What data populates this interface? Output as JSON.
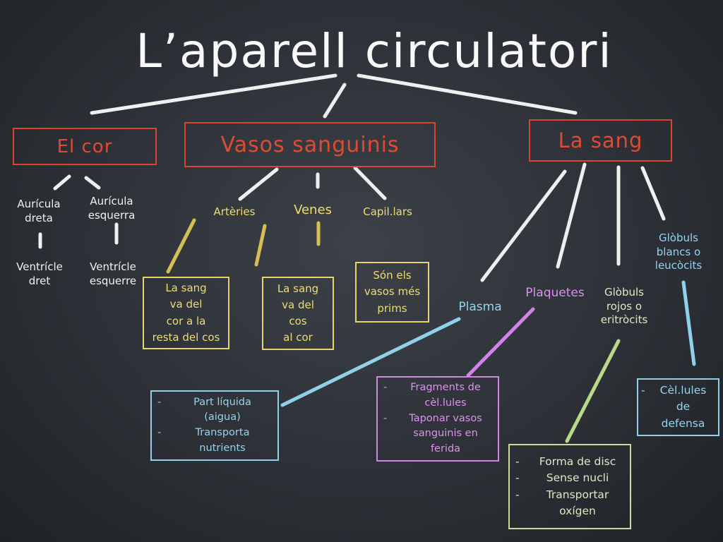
{
  "title": "L’aparell circulatori",
  "colors": {
    "chalk": "#f2f2f2",
    "red": "#d9452f",
    "yellow": "#e6d36b",
    "blue": "#95d3ee",
    "purple": "#d993ea",
    "green": "#b9d98a"
  },
  "categories": {
    "cor": "El cor",
    "vasos": "Vasos sanguinis",
    "sang": "La sang"
  },
  "cor": {
    "auricula_dreta": "Aurícula\ndreta",
    "auricula_esquerra": "Aurícula\nesquerra",
    "ventricle_dret": "Ventrícle\ndret",
    "ventricle_esquerre": "Ventrícle\nesquerre"
  },
  "vasos": {
    "arteries": {
      "label": "Artèries",
      "desc": "La sang\nva del\ncor a la\nresta del cos"
    },
    "venes": {
      "label": "Venes",
      "desc": "La sang\nva del\ncos\nal cor"
    },
    "capillars": {
      "label": "Capil.lars",
      "desc": "Són els\nvasos més\nprims"
    }
  },
  "sang": {
    "plasma": {
      "label": "Plasma",
      "items": [
        "Part líquida\n(aigua)",
        "Transporta\nnutrients"
      ]
    },
    "plaquetes": {
      "label": "Plaquetes",
      "items": [
        "Fragments de\ncèl.lules",
        "Taponar vasos\nsanguinis en\nferida"
      ]
    },
    "vermells": {
      "label": "Glòbuls\nrojos o\neritròcits",
      "items": [
        "Forma de disc",
        "Sense nucli",
        "Transportar\noxígen"
      ]
    },
    "blancs": {
      "label": "Glòbuls\nblancs o\nleucòcits",
      "items": [
        "Cèl.lules\nde\ndefensa"
      ]
    }
  },
  "bullet": "-"
}
